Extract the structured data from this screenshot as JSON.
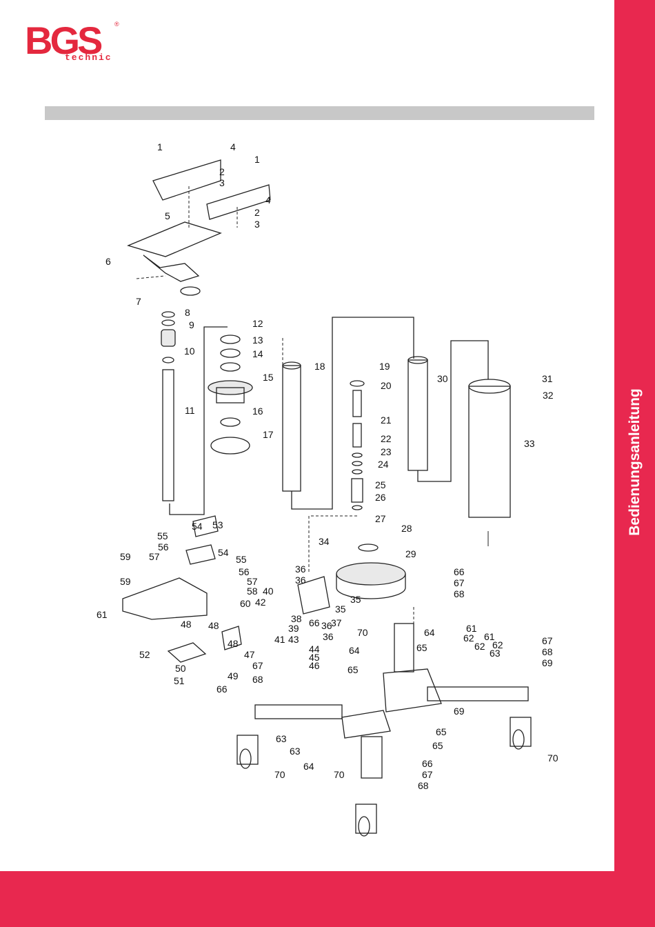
{
  "brand": {
    "name": "BGS",
    "sub": "technic",
    "mark": "®",
    "color": "#e4283e"
  },
  "section_title": "",
  "side_tab": {
    "label": "Bedienungsanleitung",
    "color": "#e8284f"
  },
  "diagram": {
    "labels": [
      "1",
      "4",
      "1",
      "3",
      "2",
      "4",
      "2",
      "3",
      "5",
      "6",
      "7",
      "8",
      "9",
      "10",
      "11",
      "12",
      "13",
      "14",
      "15",
      "16",
      "17",
      "18",
      "19",
      "20",
      "21",
      "22",
      "23",
      "24",
      "25",
      "26",
      "27",
      "28",
      "29",
      "30",
      "31",
      "32",
      "33",
      "34",
      "35",
      "35",
      "36",
      "36",
      "37",
      "36",
      "36",
      "38",
      "39",
      "40",
      "41",
      "42",
      "43",
      "44",
      "45",
      "46",
      "47",
      "48",
      "48",
      "48",
      "49",
      "50",
      "51",
      "52",
      "53",
      "54",
      "54",
      "55",
      "55",
      "56",
      "56",
      "57",
      "57",
      "58",
      "59",
      "59",
      "60",
      "61",
      "61",
      "61",
      "62",
      "62",
      "62",
      "63",
      "63",
      "63",
      "64",
      "64",
      "64",
      "65",
      "65",
      "65",
      "65",
      "66",
      "66",
      "66",
      "66",
      "67",
      "67",
      "67",
      "67",
      "68",
      "68",
      "68",
      "68",
      "69",
      "69",
      "70",
      "70",
      "70",
      "70"
    ]
  }
}
